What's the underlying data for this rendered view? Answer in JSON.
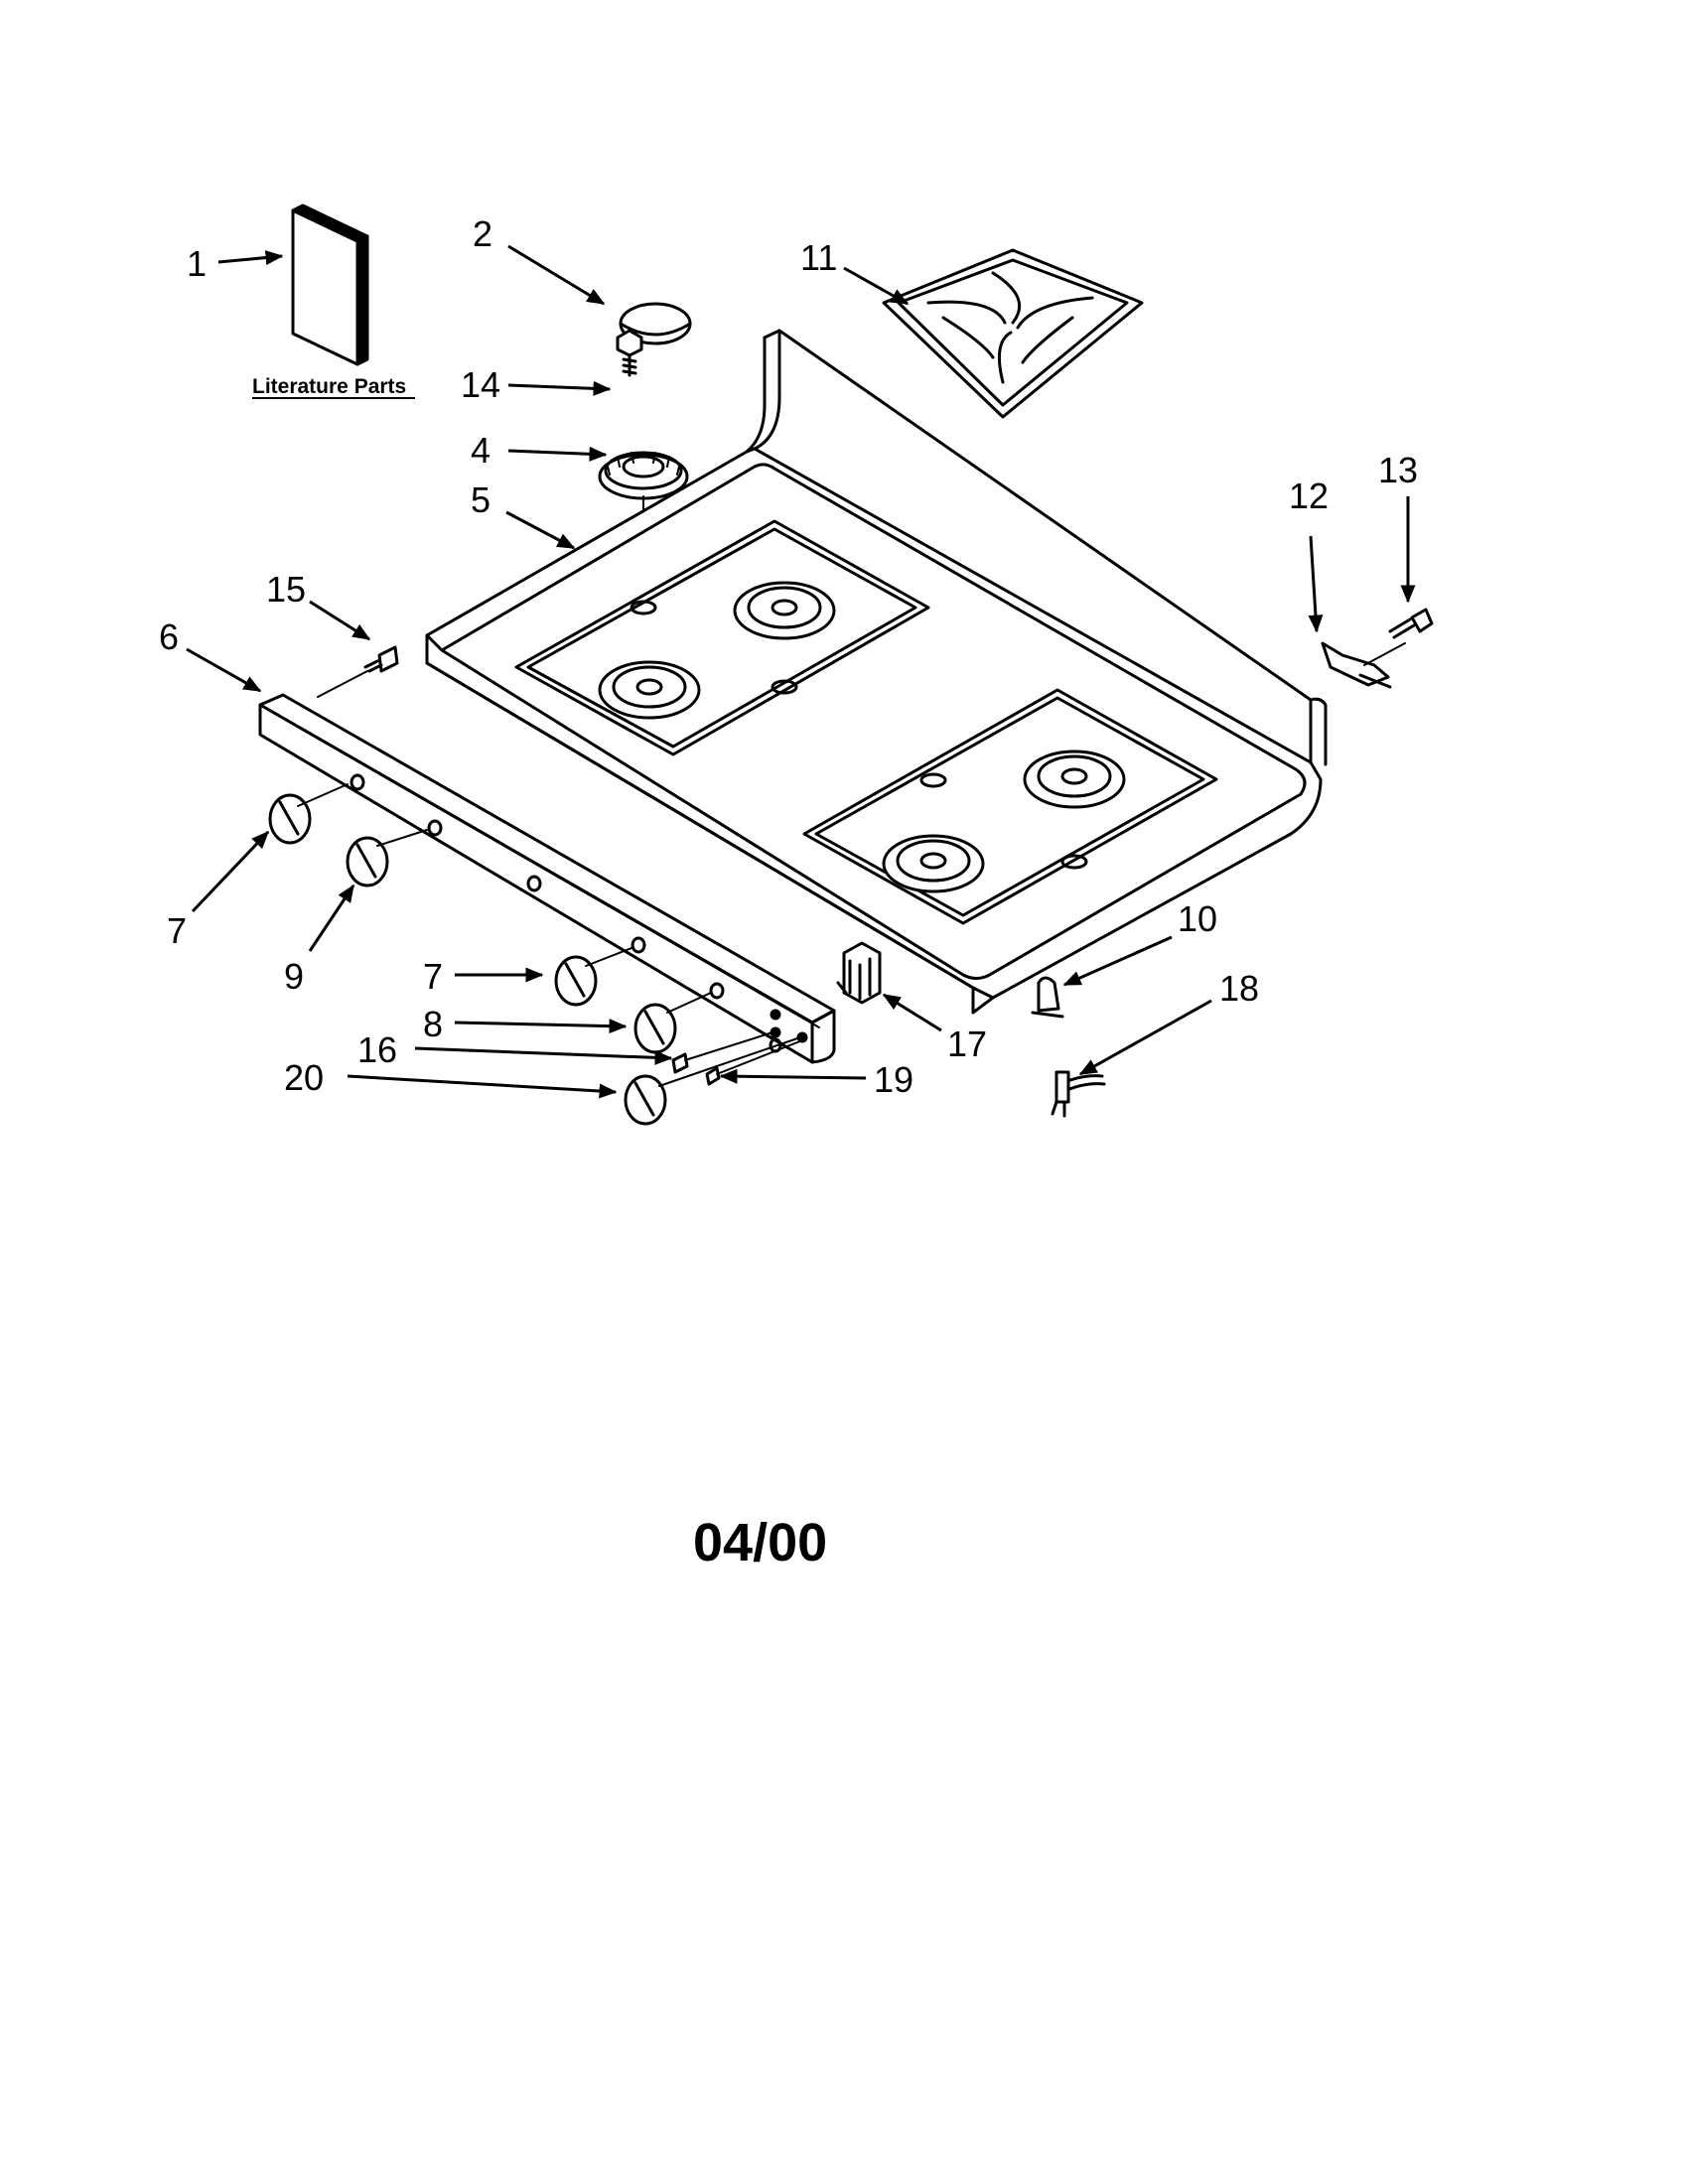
{
  "diagram": {
    "literature_caption": "Literature Parts",
    "date_code": "04/00",
    "callouts": [
      "1",
      "2",
      "11",
      "14",
      "4",
      "5",
      "12",
      "13",
      "15",
      "6",
      "7",
      "9",
      "7",
      "8",
      "16",
      "20",
      "17",
      "19",
      "10",
      "18"
    ]
  }
}
